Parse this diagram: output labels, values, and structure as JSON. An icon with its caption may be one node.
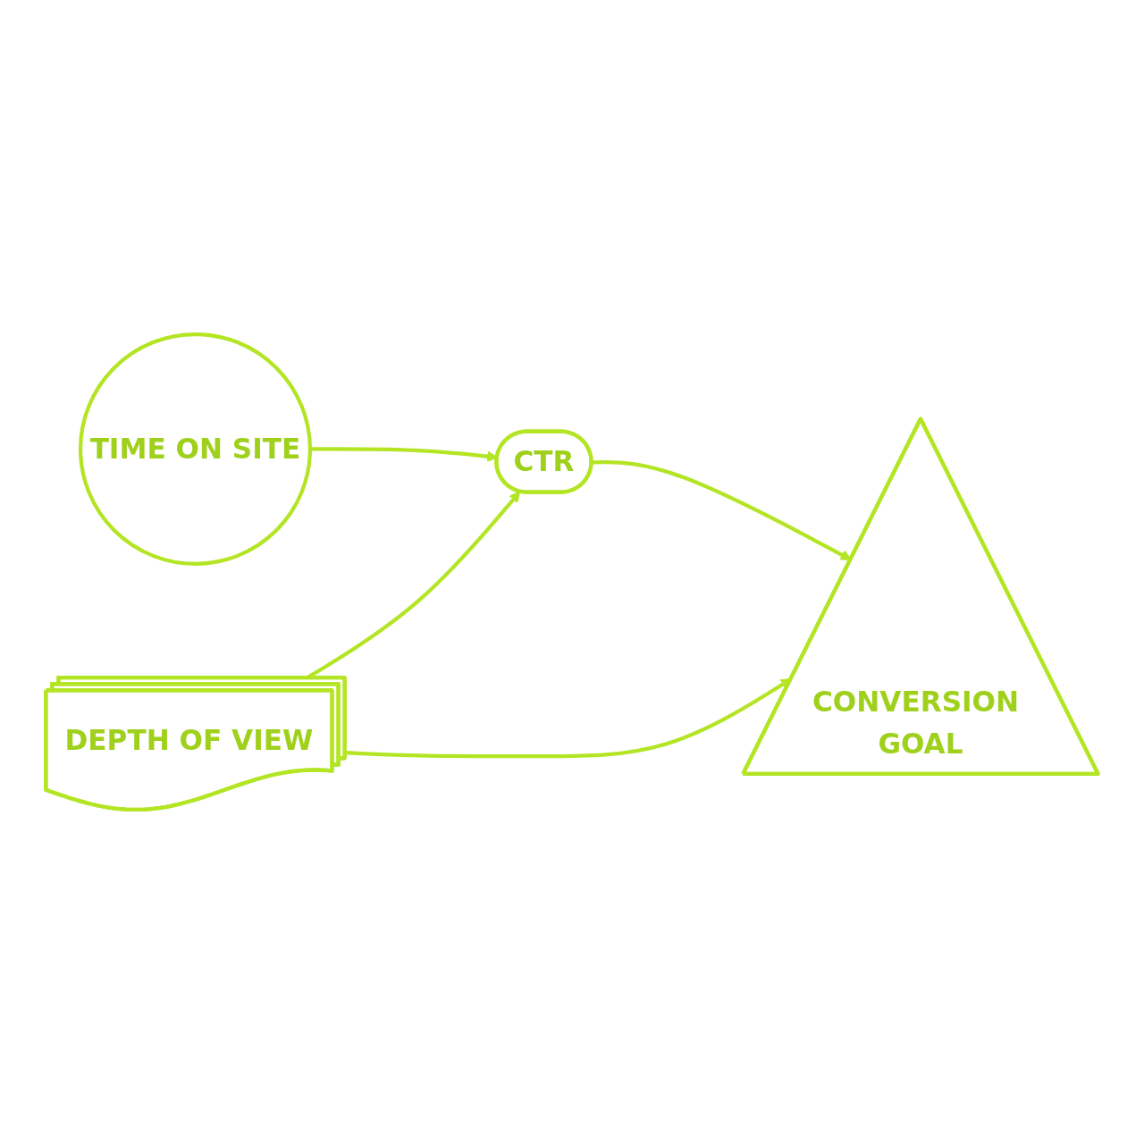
{
  "diagram": {
    "nodes": [
      {
        "text": [
          "TIME ON SITE"
        ]
      },
      {
        "text": [
          "CTR"
        ]
      },
      {
        "text": [
          "DEPTH OF VIEW"
        ]
      },
      {
        "text": [
          "CONVERSION GOAL"
        ]
      }
    ],
    "edges": [
      {
        "from": 0,
        "to": 1,
        "arrow": "to"
      },
      {
        "from": 2,
        "to": 1,
        "arrow": "to"
      },
      {
        "from": 1,
        "to": 3,
        "arrow": "to"
      },
      {
        "from": 2,
        "to": 3,
        "arrow": "to"
      }
    ]
  }
}
